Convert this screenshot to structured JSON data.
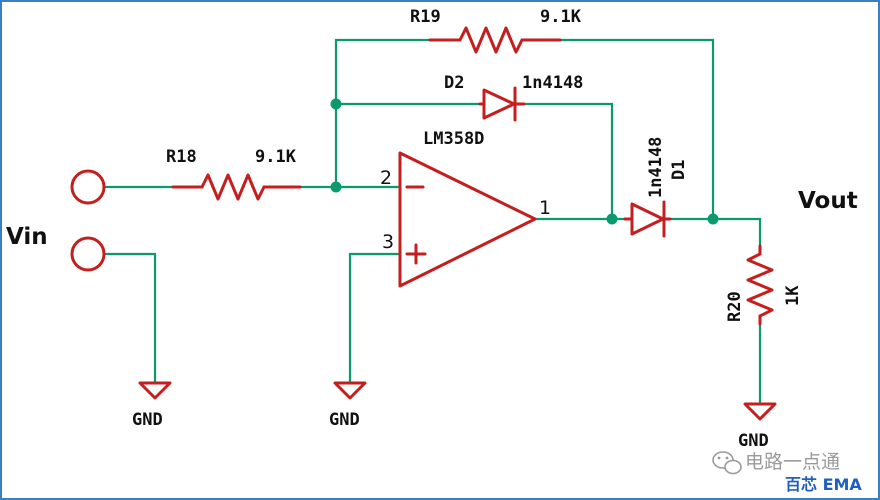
{
  "labels": {
    "r19_ref": "R19",
    "r19_val": "9.1K",
    "d2_ref": "D2",
    "d2_val": "1n4148",
    "u_ref": "LM358D",
    "r18_ref": "R18",
    "r18_val": "9.1K",
    "d1_val": "1n4148",
    "d1_ref": "D1",
    "r20_ref": "R20",
    "r20_val": "1K",
    "vin": "Vin",
    "vout": "Vout",
    "pin_minus": "2",
    "pin_plus": "3",
    "pin_out": "1",
    "gnd1": "GND",
    "gnd2": "GND",
    "gnd3": "GND"
  },
  "watermark": {
    "icon": "wechat-icon",
    "text": "电路一点通",
    "brand": "百芯 EMA"
  },
  "colors": {
    "wire": "#0a9a6e",
    "component": "#c41e1e",
    "frame": "#3a7fc4"
  }
}
